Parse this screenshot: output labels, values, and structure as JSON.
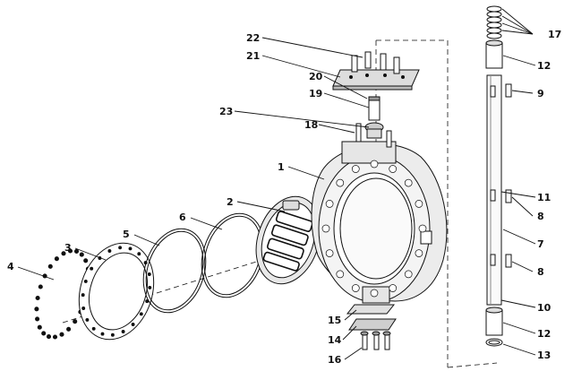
{
  "diagram": {
    "callouts": {
      "c1": "1",
      "c2": "2",
      "c3": "3",
      "c4": "4",
      "c5": "5",
      "c6": "6",
      "c7": "7",
      "c8a": "8",
      "c8b": "8",
      "c9": "9",
      "c10": "10",
      "c11": "11",
      "c12a": "12",
      "c12b": "12",
      "c13": "13",
      "c14": "14",
      "c15": "15",
      "c16": "16",
      "c17": "17",
      "c18": "18",
      "c19": "19",
      "c20": "20",
      "c21": "21",
      "c22": "22",
      "c23": "23"
    }
  }
}
